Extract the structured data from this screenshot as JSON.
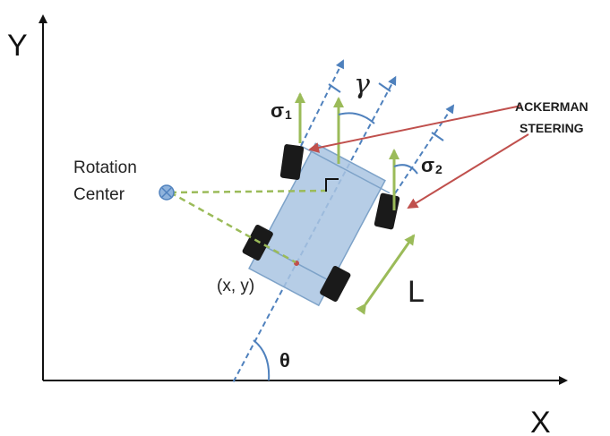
{
  "axes": {
    "x_label": "X",
    "y_label": "Y"
  },
  "labels": {
    "rotation_line1": "Rotation",
    "rotation_line2": "Center",
    "position": "(x, y)",
    "theta": "θ",
    "gamma": "γ",
    "sigma1": "σ",
    "sigma1_sub": "1",
    "sigma2": "σ",
    "sigma2_sub": "2",
    "wheelbase": "L",
    "steering_line1": "ACKERMAN",
    "steering_line2": "STEERING"
  },
  "colors": {
    "axis": "#111111",
    "body_fill": "#a9c4e2",
    "body_stroke": "#7da2c8",
    "dashed_blue": "#4f81bd",
    "green": "#9bbb59",
    "green_dash": "#9bbb59",
    "red": "#c0504d",
    "wheel": "#1a1a1a",
    "rotation_center": "#4f81bd"
  }
}
